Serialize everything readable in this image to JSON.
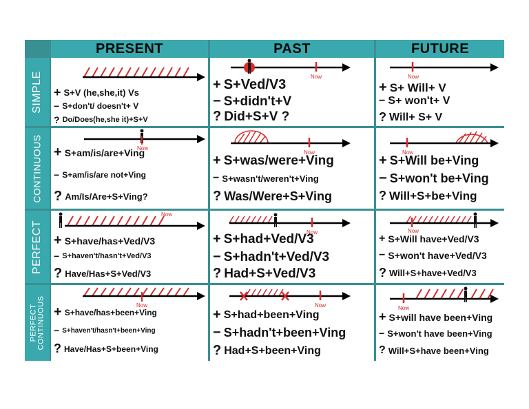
{
  "columns": [
    "PRESENT",
    "PAST",
    "FUTURE"
  ],
  "rows": [
    "SIMPLE",
    "CONTINUOUS",
    "PERFECT",
    "PERFECT CONTINUOUS"
  ],
  "now_label": "Now",
  "cells": {
    "present_simple": [
      {
        "sym": "+",
        "text": "S+V (he,she,it) Vs"
      },
      {
        "sym": "−",
        "text": "S+don't/ doesn't+ V"
      },
      {
        "sym": "?",
        "text": "Do/Does(he,she it)+S+V"
      }
    ],
    "past_simple": [
      {
        "sym": "+",
        "text": "S+Ved/V3"
      },
      {
        "sym": "−",
        "text": "S+didn't+V"
      },
      {
        "sym": "?",
        "text": "Did+S+V ?"
      }
    ],
    "future_simple": [
      {
        "sym": "+",
        "text": "S+ Will+ V"
      },
      {
        "sym": "−",
        "text": "S+ won't+ V"
      },
      {
        "sym": "?",
        "text": "Will+ S+ V"
      }
    ],
    "present_continuous": [
      {
        "sym": "+",
        "text": "S+am/is/are+Ving"
      },
      {
        "sym": "−",
        "text": "S+am/is/are not+Ving"
      },
      {
        "sym": "?",
        "text": "Am/Is/Are+S+Ving?"
      }
    ],
    "past_continuous": [
      {
        "sym": "+",
        "text": "S+was/were+Ving"
      },
      {
        "sym": "−",
        "text": "S+wasn't/weren't+Ving"
      },
      {
        "sym": "?",
        "text": "Was/Were+S+Ving"
      }
    ],
    "future_continuous": [
      {
        "sym": "+",
        "text": "S+Will be+Ving"
      },
      {
        "sym": "−",
        "text": "S+won't be+Ving"
      },
      {
        "sym": "?",
        "text": "Will+S+be+Ving"
      }
    ],
    "present_perfect": [
      {
        "sym": "+",
        "text": "S+have/has+Ved/V3"
      },
      {
        "sym": "−",
        "text": "S+haven't/hasn't+Ved/V3"
      },
      {
        "sym": "?",
        "text": "Have/Has+S+Ved/V3"
      }
    ],
    "past_perfect": [
      {
        "sym": "+",
        "text": "S+had+Ved/V3"
      },
      {
        "sym": "−",
        "text": "S+hadn't+Ved/V3"
      },
      {
        "sym": "?",
        "text": "Had+S+Ved/V3"
      }
    ],
    "future_perfect": [
      {
        "sym": "+",
        "text": "S+Will have+Ved/V3"
      },
      {
        "sym": "−",
        "text": "S+won't have+Ved/V3"
      },
      {
        "sym": "?",
        "text": "Will+S+have+Ved/V3"
      }
    ],
    "present_perfect_continuous": [
      {
        "sym": "+",
        "text": "S+have/has+been+Ving"
      },
      {
        "sym": "−",
        "text": "S+haven't/hasn't+been+Ving"
      },
      {
        "sym": "?",
        "text": "Have/Has+S+been+Ving"
      }
    ],
    "past_perfect_continuous": [
      {
        "sym": "+",
        "text": "S+had+been+Ving"
      },
      {
        "sym": "−",
        "text": "S+hadn't+been+Ving"
      },
      {
        "sym": "?",
        "text": "Had+S+been+Ving"
      }
    ],
    "future_perfect_continuous": [
      {
        "sym": "+",
        "text": "S+will have been+Ving"
      },
      {
        "sym": "−",
        "text": "S+won't have been+Ving"
      },
      {
        "sym": "?",
        "text": "Will+S+have been+Ving"
      }
    ]
  },
  "colors": {
    "header": "#3aa9ad",
    "border": "#3a8f93",
    "accent": "#d62b2b"
  }
}
